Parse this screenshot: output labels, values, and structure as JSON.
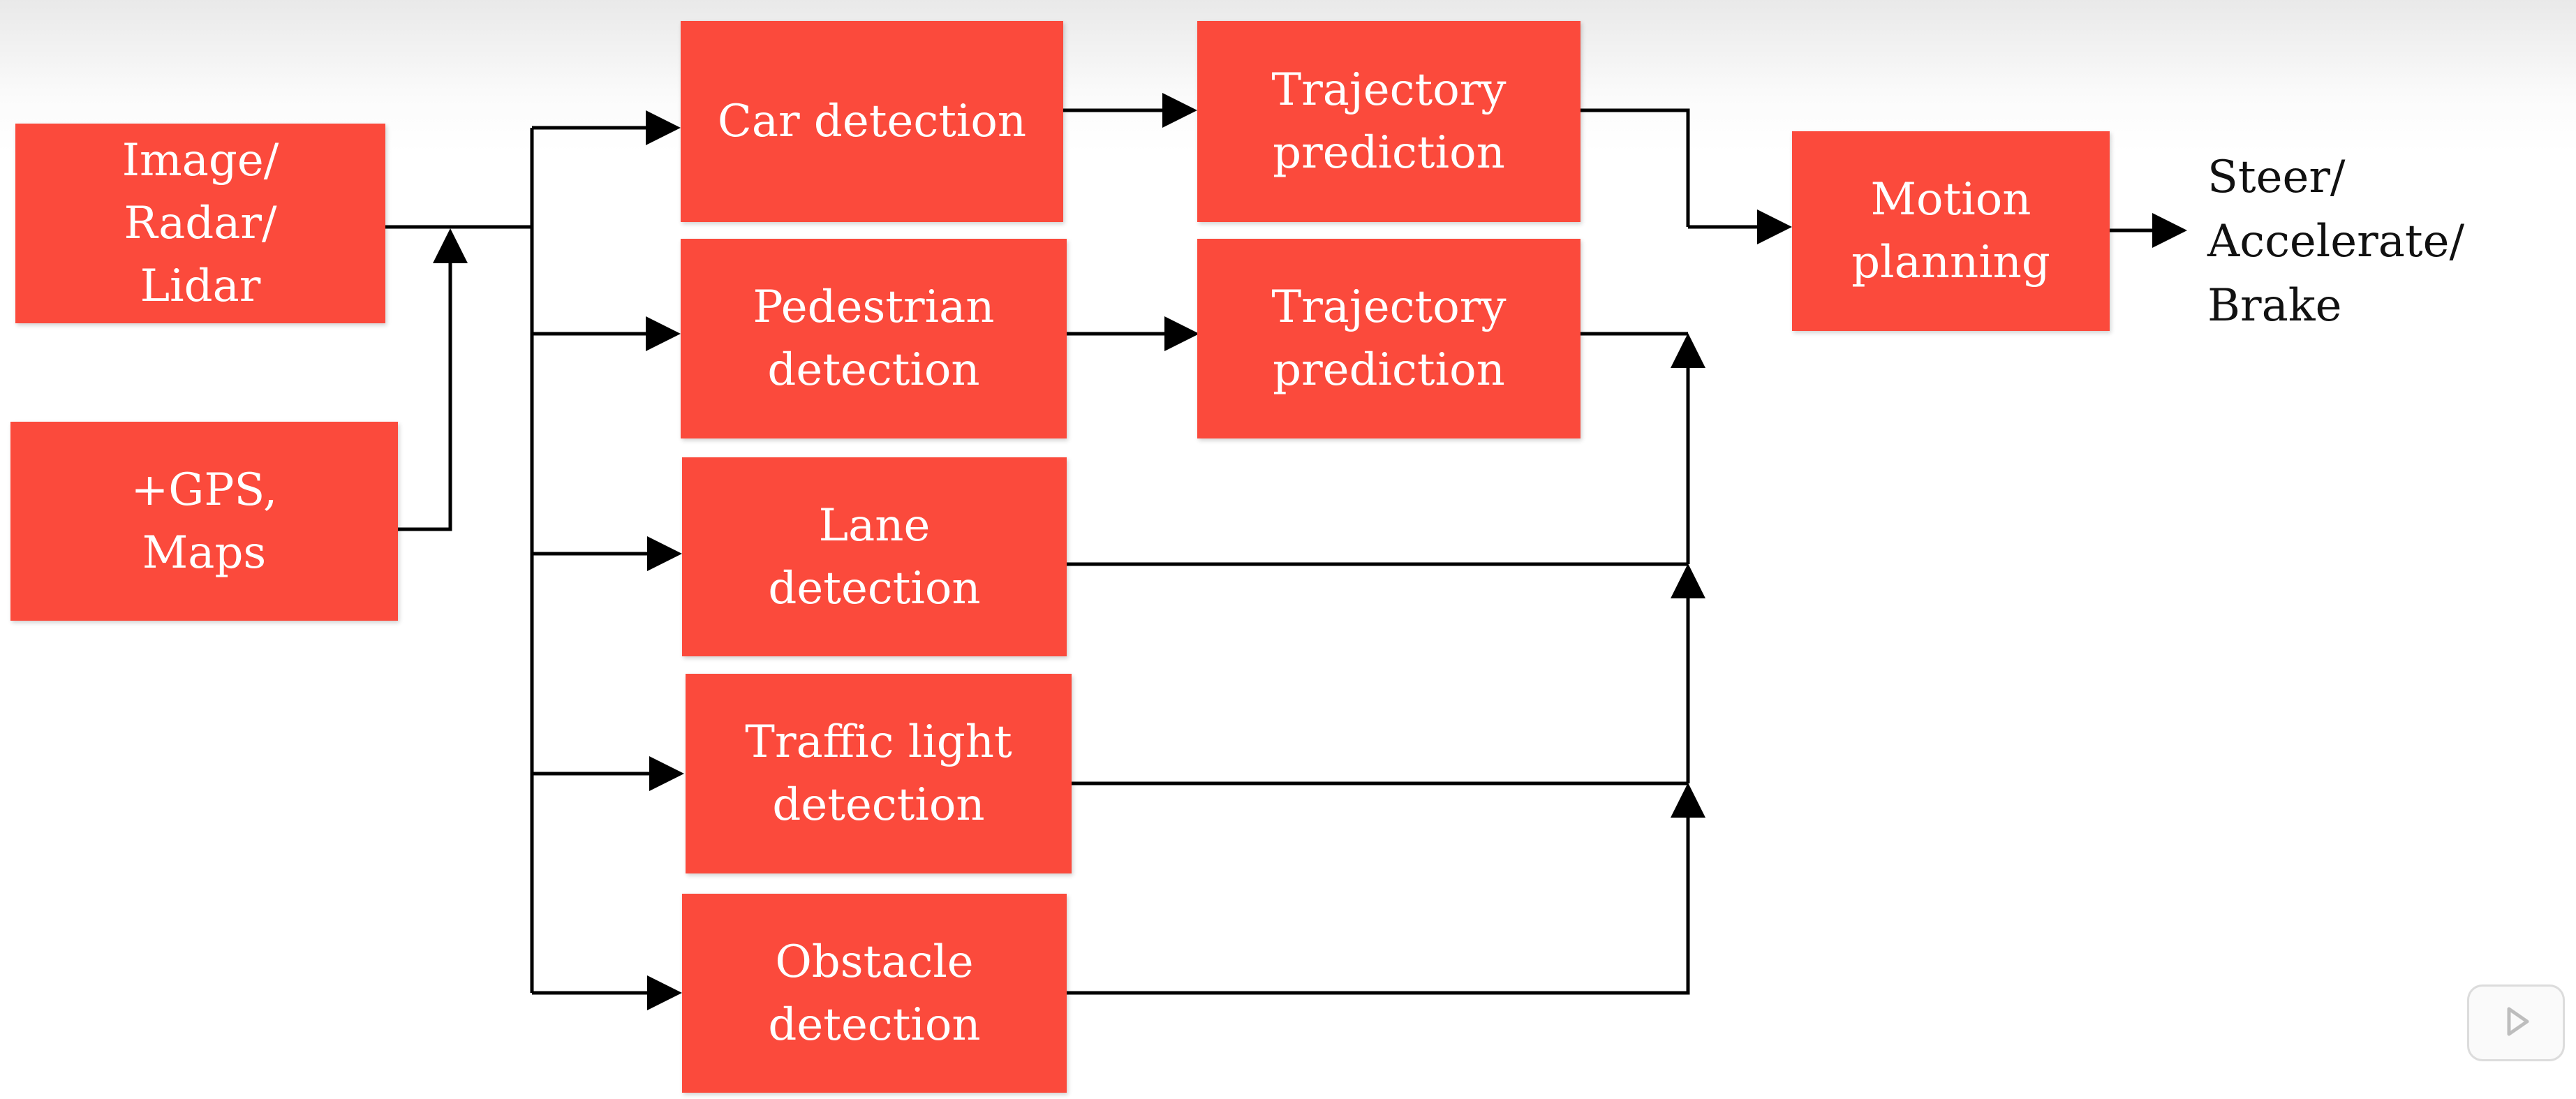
{
  "diagram": {
    "nodes": {
      "sensors": "Image/\nRadar/\nLidar",
      "gps_maps": "+GPS,\nMaps",
      "car_detection": "Car detection",
      "pedestrian_detection": "Pedestrian\ndetection",
      "lane_detection": "Lane\ndetection",
      "traffic_light_detection": "Traffic light\ndetection",
      "obstacle_detection": "Obstacle\ndetection",
      "trajectory_prediction_car": "Trajectory\nprediction",
      "trajectory_prediction_pedestrian": "Trajectory\nprediction",
      "motion_planning": "Motion\nplanning"
    },
    "output": "Steer/\nAccelerate/\nBrake",
    "colors": {
      "node_fill": "#fb4a3c",
      "node_text": "#ffffff",
      "wire": "#000000"
    }
  },
  "player": {
    "icon": "play-icon"
  }
}
